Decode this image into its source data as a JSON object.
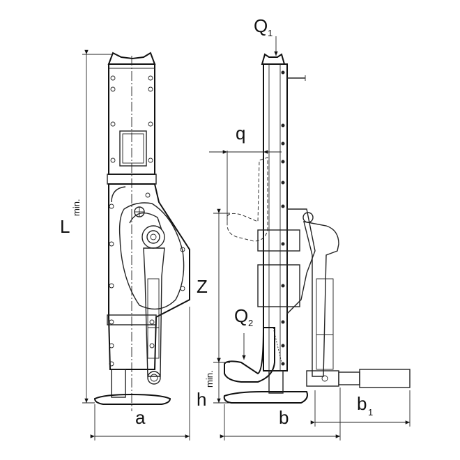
{
  "labels": {
    "q1": "Q",
    "q1_sub": "1",
    "q": "q",
    "l_min": "L",
    "l_min_sub": "min.",
    "z": "Z",
    "q2": "Q",
    "q2_sub": "2",
    "h_min": "h",
    "h_min_sub": "min.",
    "a": "a",
    "b": "b",
    "b1": "b",
    "b1_sub": "1"
  }
}
